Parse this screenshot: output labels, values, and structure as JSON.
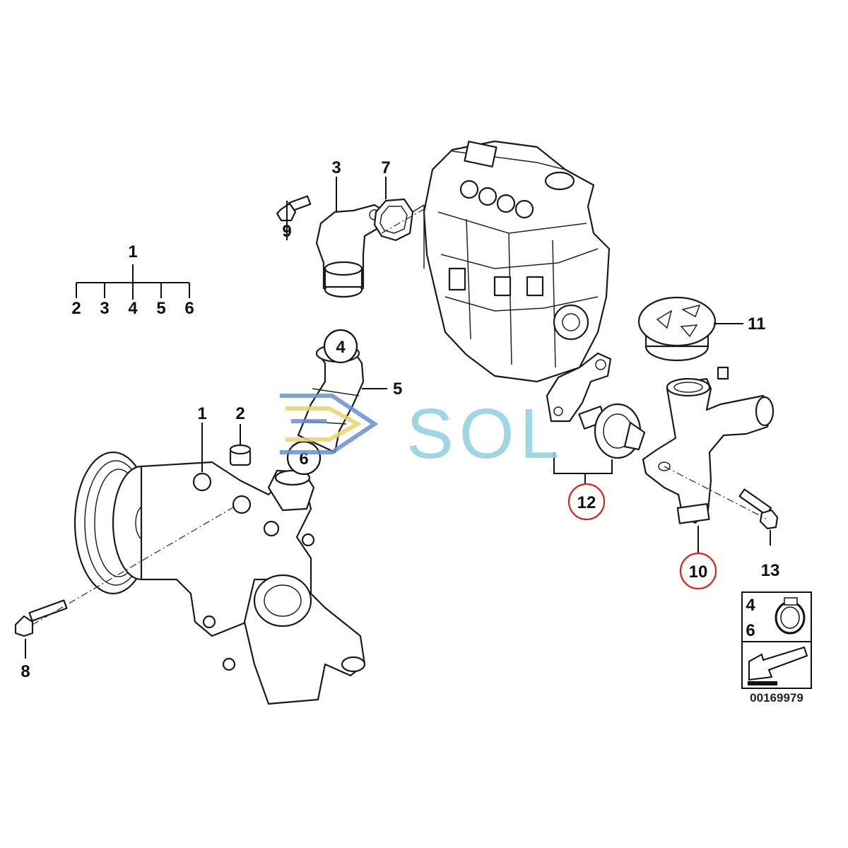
{
  "tree": {
    "root": "1",
    "children": [
      "2",
      "3",
      "4",
      "5",
      "6"
    ]
  },
  "callouts": [
    {
      "id": "1",
      "text": "1",
      "highlighted": false
    },
    {
      "id": "2",
      "text": "2",
      "highlighted": false
    },
    {
      "id": "3",
      "text": "3",
      "highlighted": false
    },
    {
      "id": "4",
      "text": "4",
      "highlighted": false,
      "circled": true
    },
    {
      "id": "5",
      "text": "5",
      "highlighted": false
    },
    {
      "id": "6",
      "text": "6",
      "highlighted": false,
      "circled": true
    },
    {
      "id": "7",
      "text": "7",
      "highlighted": false
    },
    {
      "id": "8",
      "text": "8",
      "highlighted": false
    },
    {
      "id": "9",
      "text": "9",
      "highlighted": false
    },
    {
      "id": "10",
      "text": "10",
      "highlighted": true,
      "circled": true
    },
    {
      "id": "11",
      "text": "11",
      "highlighted": false
    },
    {
      "id": "12",
      "text": "12",
      "highlighted": true,
      "circled": true
    },
    {
      "id": "13",
      "text": "13",
      "highlighted": false
    }
  ],
  "legend_box": {
    "labels": [
      "4",
      "6"
    ],
    "clamp_icon": "hose-clamp-icon",
    "arrow_icon": "direction-arrow-icon"
  },
  "reference_number": "00169979",
  "watermark": {
    "text": "SOL",
    "logo_icon": "sol-logo-icon",
    "color_text": "#8fd0dc",
    "color_logo_blue": "#6a8fd0",
    "color_logo_yellow": "#e8d56a"
  },
  "colors": {
    "line": "#111111",
    "highlight_circle": "#e0201f",
    "background": "#ffffff"
  }
}
